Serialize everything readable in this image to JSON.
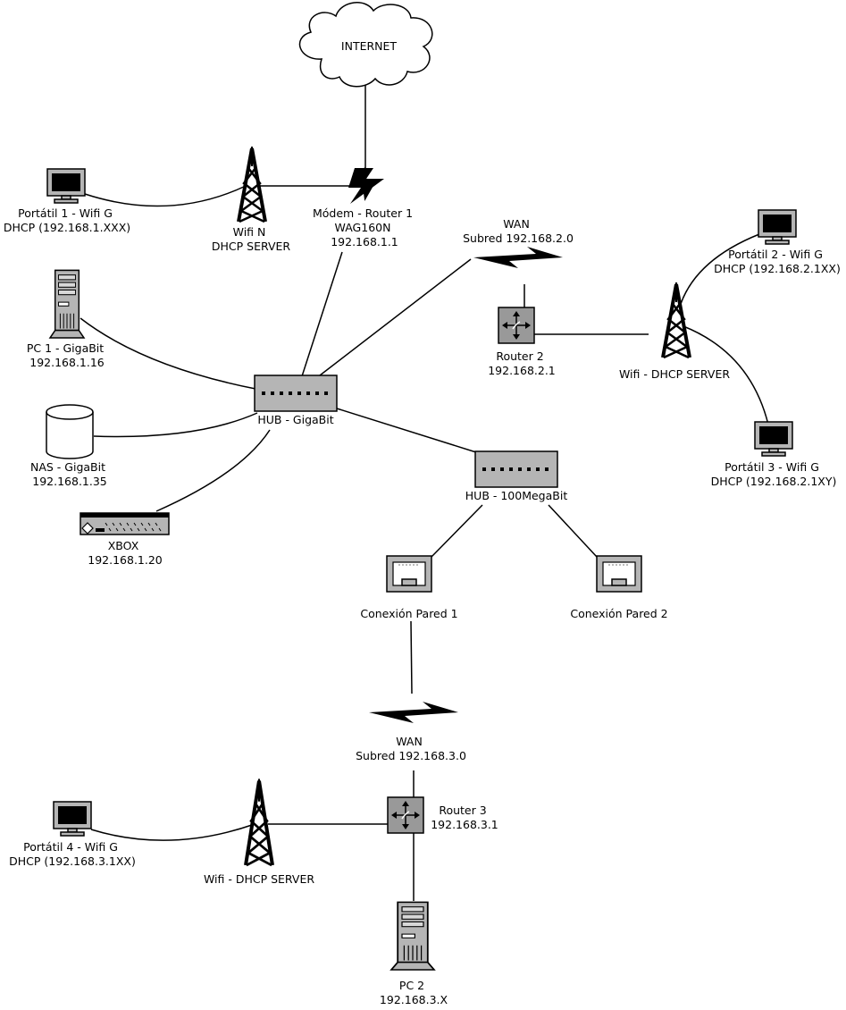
{
  "nodes": {
    "internet": {
      "lines": [
        "INTERNET"
      ]
    },
    "modem": {
      "lines": [
        "Módem - Router 1",
        "WAG160N",
        "192.168.1.1"
      ]
    },
    "wifi_n": {
      "lines": [
        "Wifi N",
        "DHCP SERVER"
      ]
    },
    "laptop1": {
      "lines": [
        "Portátil 1 - Wifi G",
        "DHCP (192.168.1.XXX)"
      ]
    },
    "wan2": {
      "lines": [
        "WAN",
        "Subred 192.168.2.0"
      ]
    },
    "laptop2": {
      "lines": [
        "Portátil 2 - Wifi G",
        "DHCP (192.168.2.1XX)"
      ]
    },
    "pc1": {
      "lines": [
        "PC 1 - GigaBit",
        "192.168.1.16"
      ]
    },
    "router2": {
      "lines": [
        "Router 2",
        "192.168.2.1"
      ]
    },
    "wifi_dhcp2": {
      "lines": [
        "Wifi - DHCP SERVER"
      ]
    },
    "hub_giga": {
      "lines": [
        "HUB - GigaBit"
      ]
    },
    "nas": {
      "lines": [
        "NAS - GigaBit",
        "192.168.1.35"
      ]
    },
    "laptop3": {
      "lines": [
        "Portátil 3 - Wifi G",
        "DHCP (192.168.2.1XY)"
      ]
    },
    "hub_100": {
      "lines": [
        "HUB - 100MegaBit"
      ]
    },
    "xbox": {
      "lines": [
        "XBOX",
        "192.168.1.20"
      ]
    },
    "wall1": {
      "lines": [
        "Conexión Pared 1"
      ]
    },
    "wall2": {
      "lines": [
        "Conexión Pared 2"
      ]
    },
    "wan3": {
      "lines": [
        "WAN",
        "Subred 192.168.3.0"
      ]
    },
    "router3": {
      "lines": [
        "Router 3",
        "192.168.3.1"
      ]
    },
    "laptop4": {
      "lines": [
        "Portátil 4 - Wifi G",
        "DHCP (192.168.3.1XX)"
      ]
    },
    "wifi_dhcp3": {
      "lines": [
        "Wifi - DHCP SERVER"
      ]
    },
    "pc2": {
      "lines": [
        "PC 2",
        "192.168.3.X"
      ]
    }
  },
  "colors": {
    "background": "#ffffff",
    "line": "#000000",
    "device_fill": "#b5b5b5",
    "router_fill": "#999999"
  }
}
